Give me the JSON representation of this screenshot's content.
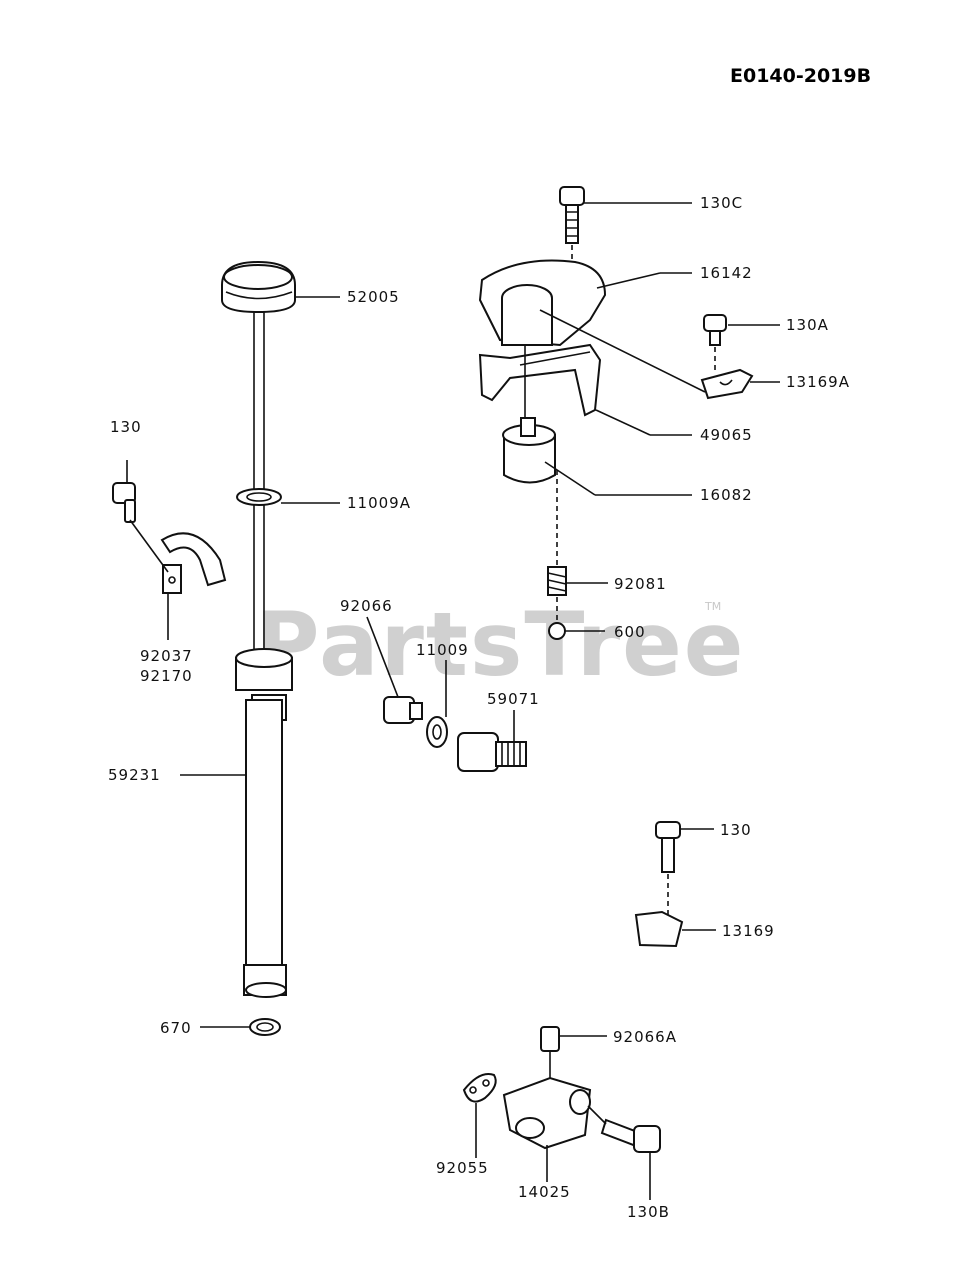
{
  "diagram_code": "E0140-2019B",
  "watermark": "PartsTree",
  "trademark": "TM",
  "labels": {
    "p130C": "130C",
    "p16142": "16142",
    "p130A": "130A",
    "p13169A": "13169A",
    "p49065": "49065",
    "p16082": "16082",
    "p92081": "92081",
    "p600": "600",
    "p52005": "52005",
    "p11009A": "11009A",
    "p130_left": "130",
    "p92037": "92037",
    "p92170": "92170",
    "p92066": "92066",
    "p11009": "11009",
    "p59071": "59071",
    "p59231": "59231",
    "p130_right": "130",
    "p13169": "13169",
    "p670": "670",
    "p92066A": "92066A",
    "p92055": "92055",
    "p14025": "14025",
    "p130B": "130B"
  }
}
